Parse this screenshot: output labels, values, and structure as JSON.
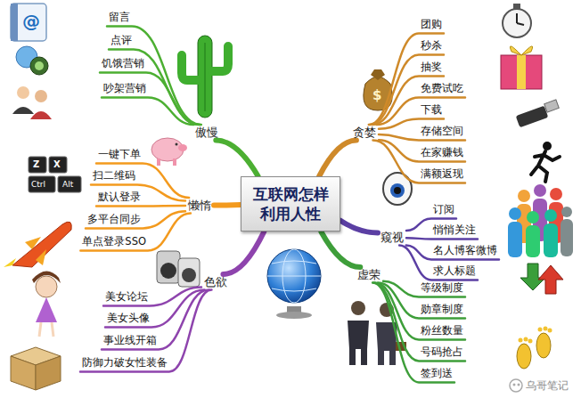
{
  "diagram": {
    "nodes": [
      {
        "text": [
          "互联网怎样 利用人性"
        ]
      },
      {
        "text": [
          "傲慢"
        ]
      },
      {
        "text": [
          "留言"
        ]
      },
      {
        "text": [
          "点评"
        ]
      },
      {
        "text": [
          "饥饿营销"
        ]
      },
      {
        "text": [
          "吵架营销"
        ]
      },
      {
        "text": [
          "懒惰"
        ]
      },
      {
        "text": [
          "一键下单"
        ]
      },
      {
        "text": [
          "扫二维码"
        ]
      },
      {
        "text": [
          "默认登录"
        ]
      },
      {
        "text": [
          "多平台同步"
        ]
      },
      {
        "text": [
          "单点登录SSO"
        ]
      },
      {
        "text": [
          "色欲"
        ]
      },
      {
        "text": [
          "美女论坛"
        ]
      },
      {
        "text": [
          "美女头像"
        ]
      },
      {
        "text": [
          "事业线开箱"
        ]
      },
      {
        "text": [
          "防御力破女性装备"
        ]
      },
      {
        "text": [
          "贪婪"
        ]
      },
      {
        "text": [
          "团购"
        ]
      },
      {
        "text": [
          "秒杀"
        ]
      },
      {
        "text": [
          "抽奖"
        ]
      },
      {
        "text": [
          "免费试吃"
        ]
      },
      {
        "text": [
          "下载"
        ]
      },
      {
        "text": [
          "存储空间"
        ]
      },
      {
        "text": [
          "在家赚钱"
        ]
      },
      {
        "text": [
          "满额返现"
        ]
      },
      {
        "text": [
          "窥视"
        ]
      },
      {
        "text": [
          "订阅"
        ]
      },
      {
        "text": [
          "悄悄关注"
        ]
      },
      {
        "text": [
          "名人博客微博"
        ]
      },
      {
        "text": [
          "求人标题"
        ]
      },
      {
        "text": [
          "虚荣"
        ]
      },
      {
        "text": [
          "等级制度"
        ]
      },
      {
        "text": [
          "勋章制度"
        ]
      },
      {
        "text": [
          "粉丝数量"
        ]
      },
      {
        "text": [
          "号码抢占"
        ]
      },
      {
        "text": [
          "签到送"
        ]
      }
    ],
    "edges": [
      {
        "from": 0,
        "to": 1,
        "arrow": "none"
      },
      {
        "from": 0,
        "to": 6,
        "arrow": "none"
      },
      {
        "from": 0,
        "to": 12,
        "arrow": "none"
      },
      {
        "from": 0,
        "to": 17,
        "arrow": "none"
      },
      {
        "from": 0,
        "to": 26,
        "arrow": "none"
      },
      {
        "from": 0,
        "to": 31,
        "arrow": "none"
      },
      {
        "from": 1,
        "to": 2,
        "arrow": "none"
      },
      {
        "from": 1,
        "to": 3,
        "arrow": "none"
      },
      {
        "from": 1,
        "to": 4,
        "arrow": "none"
      },
      {
        "from": 1,
        "to": 5,
        "arrow": "none"
      },
      {
        "from": 6,
        "to": 7,
        "arrow": "none"
      },
      {
        "from": 6,
        "to": 8,
        "arrow": "none"
      },
      {
        "from": 6,
        "to": 9,
        "arrow": "none"
      },
      {
        "from": 6,
        "to": 10,
        "arrow": "none"
      },
      {
        "from": 6,
        "to": 11,
        "arrow": "none"
      },
      {
        "from": 12,
        "to": 13,
        "arrow": "none"
      },
      {
        "from": 12,
        "to": 14,
        "arrow": "none"
      },
      {
        "from": 12,
        "to": 15,
        "arrow": "none"
      },
      {
        "from": 12,
        "to": 16,
        "arrow": "none"
      },
      {
        "from": 17,
        "to": 18,
        "arrow": "none"
      },
      {
        "from": 17,
        "to": 19,
        "arrow": "none"
      },
      {
        "from": 17,
        "to": 20,
        "arrow": "none"
      },
      {
        "from": 17,
        "to": 21,
        "arrow": "none"
      },
      {
        "from": 17,
        "to": 22,
        "arrow": "none"
      },
      {
        "from": 17,
        "to": 23,
        "arrow": "none"
      },
      {
        "from": 17,
        "to": 24,
        "arrow": "none"
      },
      {
        "from": 17,
        "to": 25,
        "arrow": "none"
      },
      {
        "from": 26,
        "to": 27,
        "arrow": "none"
      },
      {
        "from": 26,
        "to": 28,
        "arrow": "none"
      },
      {
        "from": 26,
        "to": 29,
        "arrow": "none"
      },
      {
        "from": 26,
        "to": 30,
        "arrow": "none"
      },
      {
        "from": 31,
        "to": 32,
        "arrow": "none"
      },
      {
        "from": 31,
        "to": 33,
        "arrow": "none"
      },
      {
        "from": 31,
        "to": 34,
        "arrow": "none"
      },
      {
        "from": 31,
        "to": 35,
        "arrow": "none"
      },
      {
        "from": 31,
        "to": 36,
        "arrow": "none"
      }
    ],
    "labels": [
      "@",
      "Z",
      "X",
      "Ctrl",
      "Alt",
      "$",
      "乌哥笔记"
    ]
  }
}
